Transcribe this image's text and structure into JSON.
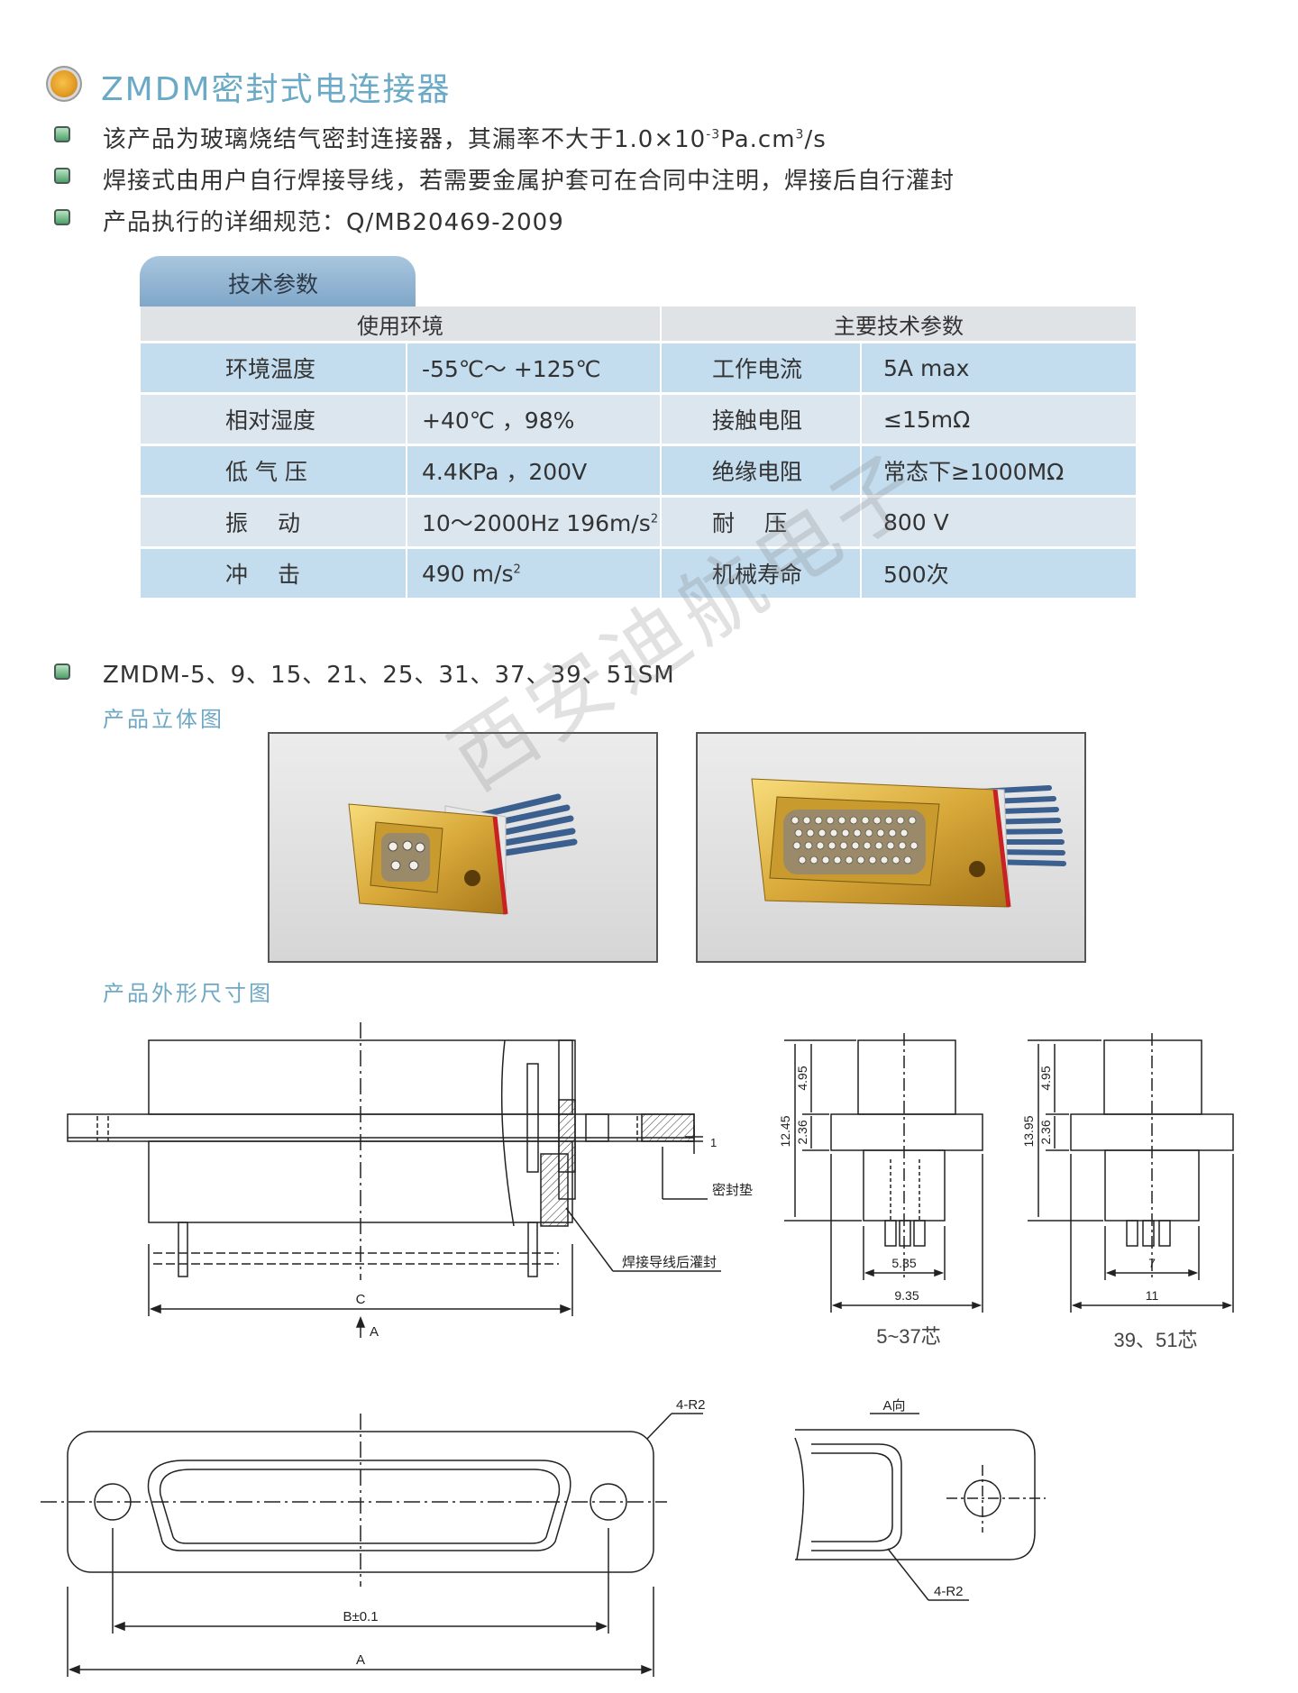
{
  "title": "ZMDM密封式电连接器",
  "lines": {
    "line1_pre": "该产品为玻璃烧结气密封连接器，其漏率不大于1.0×10",
    "line1_exp": "-3",
    "line1_mid": "Pa.cm",
    "line1_exp2": "3",
    "line1_post": "/s",
    "line2": "焊接式由用户自行焊接导线，若需要金属护套可在合同中注明，焊接后自行灌封",
    "line3": "产品执行的详细规范：Q/MB20469-2009"
  },
  "spec": {
    "tab_label": "技术参数",
    "left_header": "使用环境",
    "right_header": "主要技术参数",
    "rows": [
      {
        "env_label": "环境温度",
        "env_value": "-55℃～ +125℃",
        "tech_label": "工作电流",
        "tech_value": "5A max"
      },
      {
        "env_label": "相对湿度",
        "env_value": "+40℃ ，98%",
        "tech_label": "接触电阻",
        "tech_value": "≤15mΩ"
      },
      {
        "env_label": "低 气 压",
        "env_value": "4.4KPa ，200V",
        "tech_label": "绝缘电阻",
        "tech_value": "常态下≥1000MΩ"
      },
      {
        "env_label": "振　 动",
        "env_value": "10～2000Hz 196m/s",
        "env_exp": "2",
        "tech_label": "耐　 压",
        "tech_value": "800 V"
      },
      {
        "env_label": "冲　 击",
        "env_value": "490 m/s",
        "env_exp": "2",
        "tech_label": "机械寿命",
        "tech_value": "500次"
      }
    ]
  },
  "series": "ZMDM-5、9、15、21、25、31、37、39、51SM",
  "sub3d": "产品立体图",
  "subdim": "产品外形尺寸图",
  "watermark": "西安迪航电子",
  "drawing": {
    "label_c": "C",
    "label_a_arrow": "A",
    "seal_gasket": "密封垫",
    "solder_potting": "焊接导线后灌封",
    "dim_1": "1",
    "side1_h": "12.45",
    "side1_top": "4.95",
    "side1_flange": "2.36",
    "side1_w_inner": "5.35",
    "side1_w_outer": "9.35",
    "side1_caption": "5~37芯",
    "side2_h": "13.95",
    "side2_top": "4.95",
    "side2_flange": "2.36",
    "side2_w_inner": "7",
    "side2_w_outer": "11",
    "side2_caption": "39、51芯",
    "radius_label": "4-R2",
    "dim_b": "B±0.1",
    "dim_a": "A",
    "view_a": "A向",
    "radius_label2": "4-R2"
  },
  "colors": {
    "accent_title": "#6aaac6",
    "table_odd": "#c3dcee",
    "table_even": "#dce6ef",
    "table_header": "#dfe3e6",
    "tab": "#8fb2d2"
  }
}
